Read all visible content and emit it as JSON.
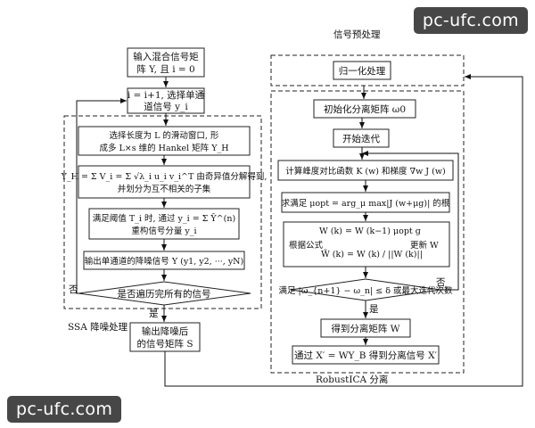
{
  "watermark": "pc-ufc.com",
  "left": {
    "input": [
      "输入混合信号矩",
      "阵 Y, 且 i = 0"
    ],
    "select_channel": [
      "i = i+1, 选择单通",
      "道信号 y_i"
    ],
    "hankel": [
      "选择长度为 L 的滑动窗口, 形",
      "成多 L×s 维的 Hankel 矩阵 Y_H"
    ],
    "svd": [
      "Y_H = Σ V_i = Σ √λ_i u_i v_i^T 由奇异值分解得到,",
      "并划分为互不相关的子集"
    ],
    "threshold": [
      "满足阈值 T_i 时, 通过 y_i = Σ Ỹ^(n)",
      "重构信号分量 y_i"
    ],
    "output_channel": "输出单通道的降噪信号 Y (y1, y2, ···, yN)",
    "decision": "是否遍历完所有的信号",
    "yes": "是",
    "no": "否",
    "group_label": "SSA 降噪处理",
    "output_matrix": [
      "输出降噪后",
      "的信号矩阵 S"
    ]
  },
  "right": {
    "group_top_label": "信号预处理",
    "normalize": "归一化处理",
    "init": "初始化分离矩阵 ω0",
    "start_iter": "开始迭代",
    "kurtosis": "计算峰度对比函数 K (w) 和梯度 ∇w J (w)",
    "mu_opt": "求满足 μopt = arg_μ max|J (w+μg)| 的根",
    "update": [
      "W (k) = W (k−1) μopt g",
      "根据公式",
      "W̃ (k) = W (k) / ||W (k)||",
      "更新 W"
    ],
    "convergence": "满足 |ω_{n+1} − ω_n| ≤ δ 或最大迭代次数",
    "no": "否",
    "yes": "是",
    "get_matrix": "得到分离矩阵 W",
    "get_signal": "通过 X′ = WY_B 得到分离信号 X′",
    "group_bottom_label": "RobustICA 分离"
  }
}
